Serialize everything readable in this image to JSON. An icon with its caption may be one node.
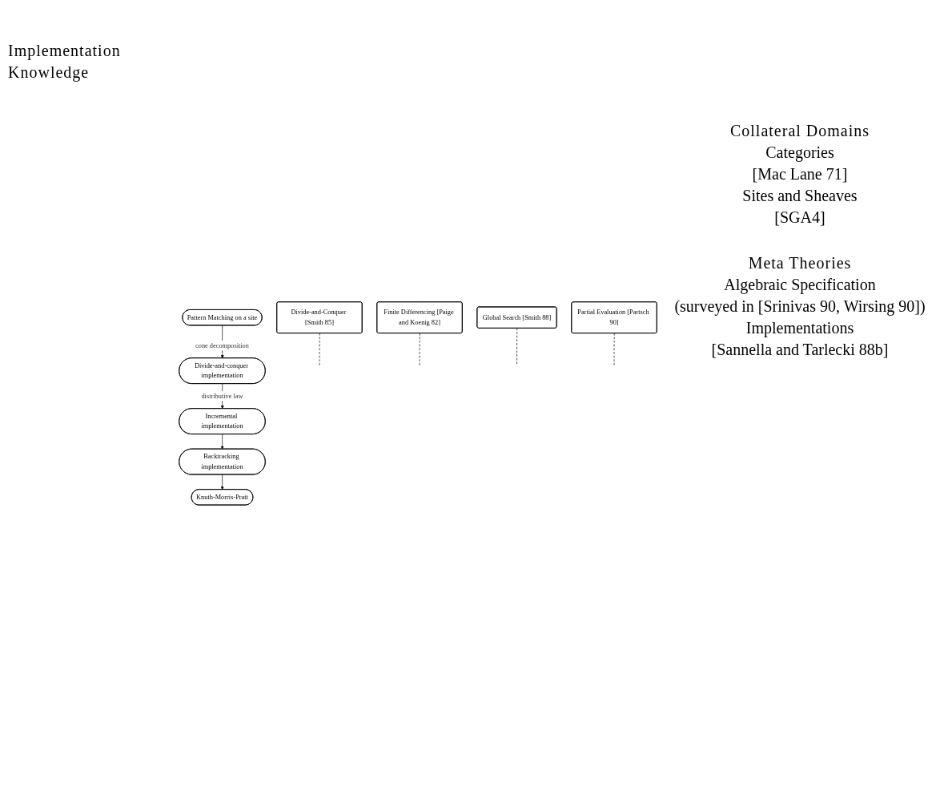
{
  "diagram": {
    "nodes": [
      {
        "text": [
          "Pattern Matching on a site"
        ]
      },
      {
        "text": [
          "Divide-and-Conquer [Smith 85]"
        ]
      },
      {
        "text": [
          "Divide-and-conquer implementation"
        ]
      },
      {
        "text": [
          "Finite Differencing [Paige and Koenig 82]"
        ]
      },
      {
        "text": [
          "Incremental implementation"
        ]
      },
      {
        "text": [
          "Global Search [Smith 88]"
        ]
      },
      {
        "text": [
          "Backtracking implementation"
        ]
      },
      {
        "text": [
          "Partial Evaluation [Partsch 90]"
        ]
      },
      {
        "text": [
          "Knuth-Morris-Pratt"
        ]
      }
    ],
    "edges": [
      {
        "from": 0,
        "to": 2,
        "arrow": "to",
        "label": "cone decomposition"
      },
      {
        "from": 1,
        "to": null,
        "arrow": "none",
        "style": "dashed"
      },
      {
        "from": 2,
        "to": 4,
        "arrow": "to",
        "label": "distributive law"
      },
      {
        "from": 3,
        "to": null,
        "arrow": "none",
        "style": "dashed"
      },
      {
        "from": 4,
        "to": 6,
        "arrow": "to"
      },
      {
        "from": 5,
        "to": null,
        "arrow": "none",
        "style": "dashed"
      },
      {
        "from": 6,
        "to": 8,
        "arrow": "to"
      },
      {
        "from": 7,
        "to": null,
        "arrow": "none",
        "style": "dashed"
      }
    ],
    "labels": [
      "Implementation Knowledge",
      "Collateral Domains",
      "Categories",
      "[Mac Lane 71]",
      "Sites and Sheaves",
      "[SGA4]",
      "Meta Theories",
      "Algebraic Specification",
      "(surveyed in [Srinivas 90, Wirsing 90])",
      "Implementations",
      "[Sannella and Tarlecki 88b]"
    ]
  }
}
